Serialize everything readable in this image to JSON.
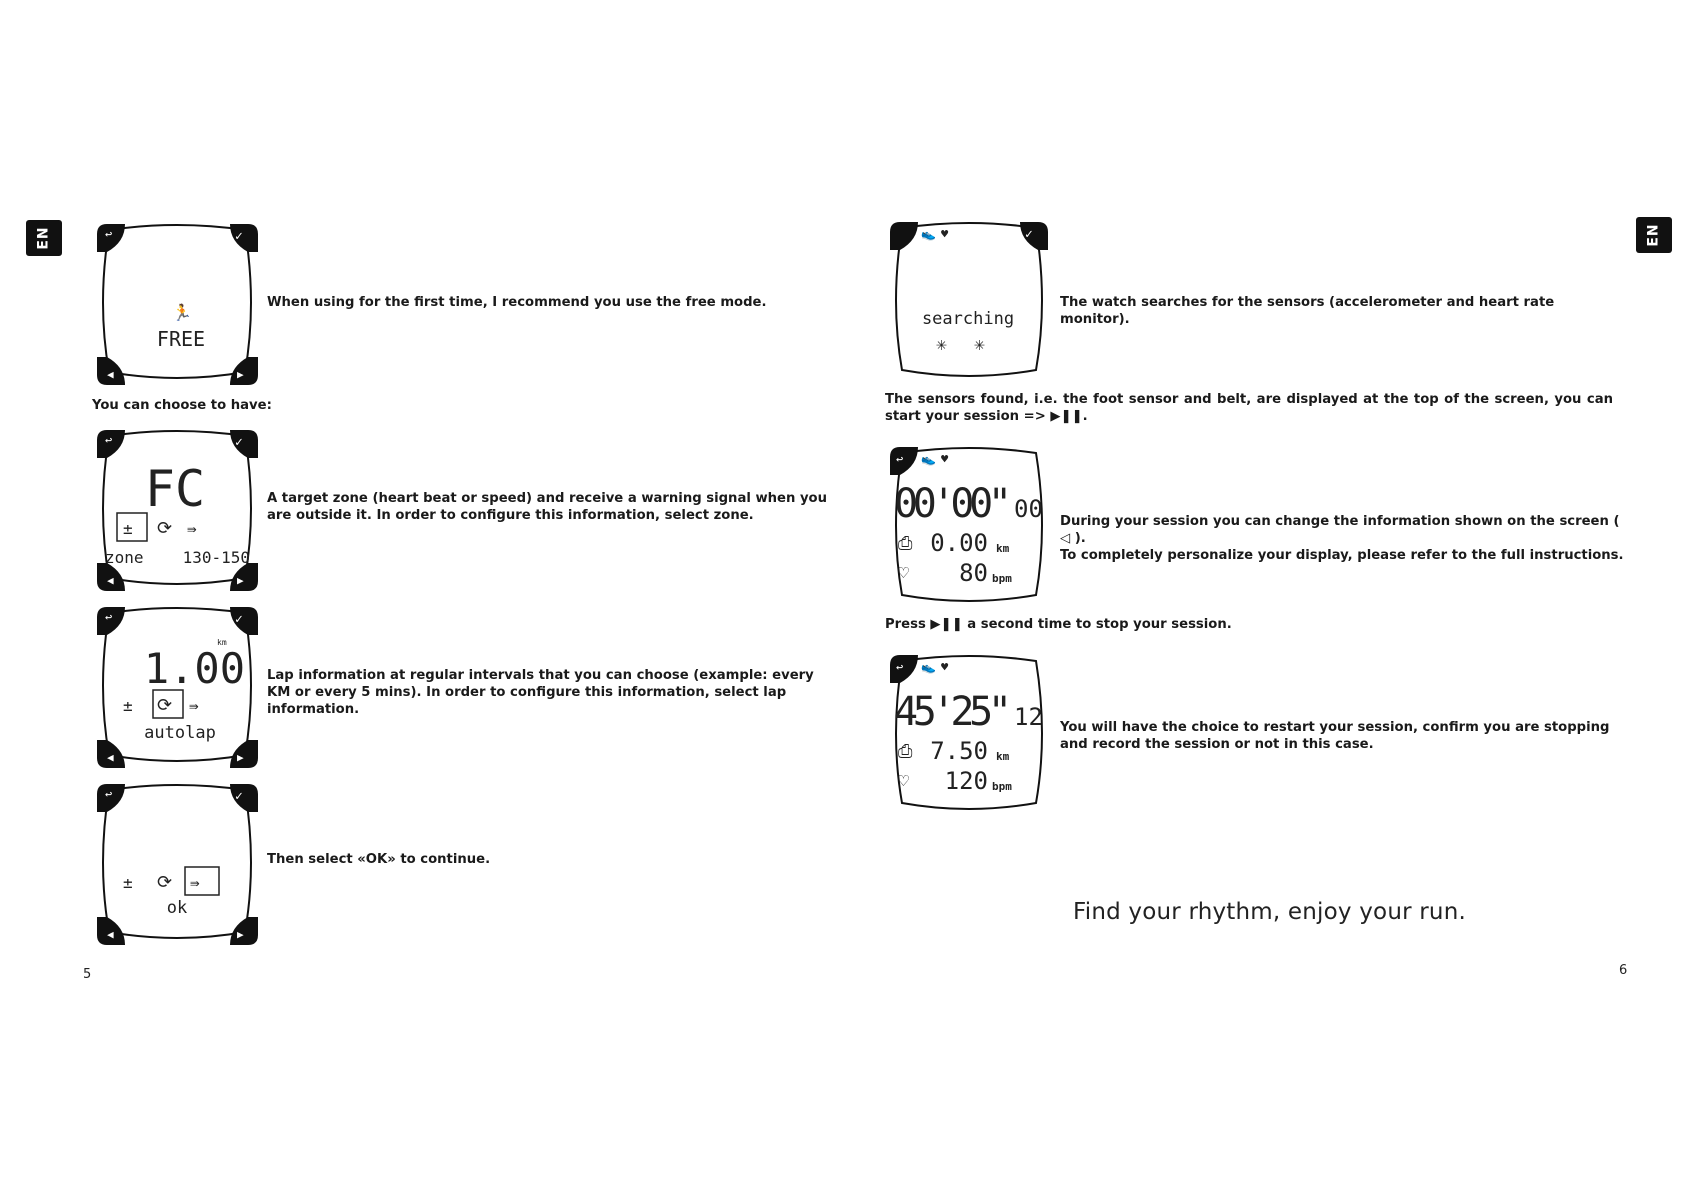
{
  "language_tab": "EN",
  "left_page": {
    "page_number": "5",
    "choose_heading": "You can choose to have:",
    "steps": [
      {
        "screen_label": "FREE",
        "text": "When using for the first time, I recommend you use the free mode."
      },
      {
        "screen_big": "FC",
        "screen_left": "zone",
        "screen_right": "130-150",
        "text": "A target zone (heart beat or speed) and receive a warning signal when you are outside it. In order to configure this information, select zone."
      },
      {
        "screen_big": "1.00",
        "screen_unit": "km",
        "screen_label": "autolap",
        "text": "Lap information at regular intervals that you can choose (example: every KM or every 5 mins). In order to configure this information, select lap information."
      },
      {
        "screen_label": "ok",
        "text": "Then select «OK» to continue."
      }
    ]
  },
  "right_page": {
    "page_number": "6",
    "search": {
      "screen_label": "searching",
      "text": "The watch searches for the sensors (accelerometer and heart rate monitor)."
    },
    "sensors_found": {
      "text_before": "The sensors found, i.e. the foot sensor and belt, are displayed at the top of the screen, you can start your session =>",
      "text_after": "."
    },
    "session": {
      "time": "00'00\"",
      "time_hundredths": "00",
      "distance": "0.00",
      "distance_unit": "km",
      "heart_rate": "80",
      "heart_unit": "bpm",
      "text_line1_before": "During your session you can change the information shown on the screen (",
      "text_line1_after": ").",
      "text_line2": "To completely personalize your display, please refer to the full instructions."
    },
    "press": {
      "text_before": "Press",
      "text_after": "a second time to stop your session."
    },
    "stop": {
      "time": "45'25\"",
      "time_hundredths": "12",
      "distance": "7.50",
      "distance_unit": "km",
      "heart_rate": "120",
      "heart_unit": "bpm",
      "text": "You will have the choice to restart your session, confirm you are stopping and record the session or not in this case."
    },
    "slogan": "Find your rhythm, enjoy your run."
  }
}
